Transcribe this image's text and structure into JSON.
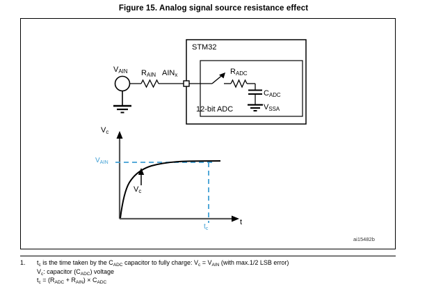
{
  "figure": {
    "title": "Figure 15. Analog signal source resistance effect",
    "id_label": "ai15482b"
  },
  "circuit": {
    "source_label": "V",
    "source_label_sub": "AIN",
    "series_resistor": "R",
    "series_resistor_sub": "AIN",
    "pin_label": "AIN",
    "pin_label_sub": "x",
    "chip_label": "STM32",
    "adc_label": "12-bit ADC",
    "adc_resistor": "R",
    "adc_resistor_sub": "ADC",
    "adc_capacitor": "C",
    "adc_capacitor_sub": "ADC",
    "adc_ground": "V",
    "adc_ground_sub": "SSA"
  },
  "chart_data": {
    "type": "line",
    "title": "",
    "xlabel": "t",
    "ylabel": "V",
    "ylabel_sub": "c",
    "x": [
      0,
      0.05,
      0.1,
      0.15,
      0.2,
      0.3,
      0.4,
      0.5,
      0.6,
      0.7,
      0.8,
      0.9,
      1.0,
      1.15
    ],
    "values": [
      0,
      0.315,
      0.45,
      0.54,
      0.61,
      0.71,
      0.78,
      0.84,
      0.885,
      0.92,
      0.945,
      0.965,
      0.98,
      0.99
    ],
    "series": [
      {
        "name": "capacitor charging curve",
        "values": [
          0,
          0.315,
          0.45,
          0.54,
          0.61,
          0.71,
          0.78,
          0.84,
          0.885,
          0.92,
          0.945,
          0.965,
          0.98,
          0.99
        ]
      }
    ],
    "xlim": [
      0,
      1.15
    ],
    "ylim": [
      0,
      1.08
    ],
    "grid": false,
    "legend": null,
    "annotations": [
      {
        "name": "asymptote-level",
        "label": "V",
        "label_sub": "AIN",
        "y": 1.0,
        "style": "dashed",
        "color": "#3f9fd4"
      },
      {
        "name": "charge-time",
        "label": "t",
        "label_sub": "c",
        "x": 1.0,
        "style": "dashed",
        "color": "#3f9fd4"
      },
      {
        "name": "curve-pointer",
        "label": "V",
        "label_sub": "c",
        "x": 0.35,
        "y": 0.76,
        "style": "arrow",
        "color": "#000000"
      }
    ]
  },
  "footnote": {
    "number": "1.",
    "line1_a": "t",
    "line1_a_sub": "c",
    "line1_b": " is the time taken by the C",
    "line1_b_sub": "ADC",
    "line1_c": " capacitor to fully charge: V",
    "line1_c_sub": "c",
    "line1_d": " = V",
    "line1_d_sub": "AIN",
    "line1_e": " (with max.1/2 LSB error)",
    "line2_a": "V",
    "line2_a_sub": "c",
    "line2_b": ": capacitor (C",
    "line2_b_sub": "ADC",
    "line2_c": ") voltage",
    "line3_a": "t",
    "line3_a_sub": "c",
    "line3_b": " = (R",
    "line3_b_sub": "ADC",
    "line3_c": " + R",
    "line3_c_sub": "AIN",
    "line3_d": ") × C",
    "line3_d_sub": "ADC"
  },
  "colors": {
    "accent_blue": "#3f9fd4",
    "axis_gray": "#555555",
    "line_black": "#000000"
  }
}
